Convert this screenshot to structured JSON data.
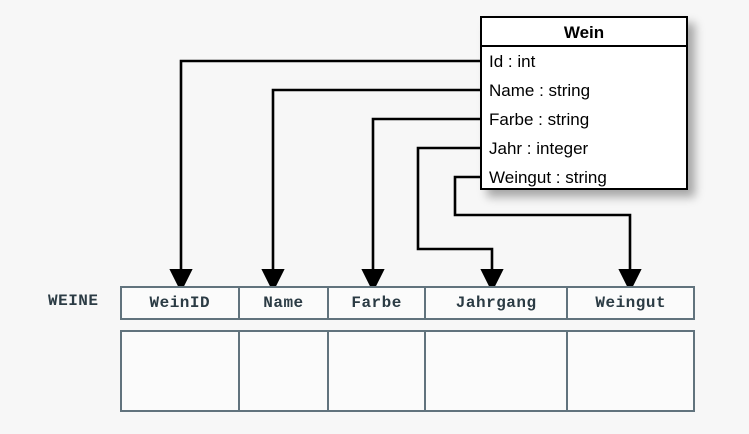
{
  "canvas": {
    "background": "#f7f7f7",
    "line_color": "#000000",
    "table_border_color": "#61737d",
    "table_text_color": "#2b3b44"
  },
  "uml_class": {
    "name": "Wein",
    "attributes": [
      {
        "label": "Id : int"
      },
      {
        "label": "Name : string"
      },
      {
        "label": "Farbe : string"
      },
      {
        "label": "Jahr : integer"
      },
      {
        "label": "Weingut : string"
      }
    ]
  },
  "db_table": {
    "name": "WEINE",
    "columns": [
      {
        "label": "WeinID"
      },
      {
        "label": "Name"
      },
      {
        "label": "Farbe"
      },
      {
        "label": "Jahrgang"
      },
      {
        "label": "Weingut"
      }
    ],
    "rows": [
      [
        "",
        "",
        "",
        "",
        ""
      ]
    ]
  },
  "mappings": [
    {
      "from": "Id : int",
      "to": "WeinID"
    },
    {
      "from": "Name : string",
      "to": "Name"
    },
    {
      "from": "Farbe : string",
      "to": "Farbe"
    },
    {
      "from": "Jahr : integer",
      "to": "Jahrgang"
    },
    {
      "from": "Weingut : string",
      "to": "Weingut"
    }
  ]
}
